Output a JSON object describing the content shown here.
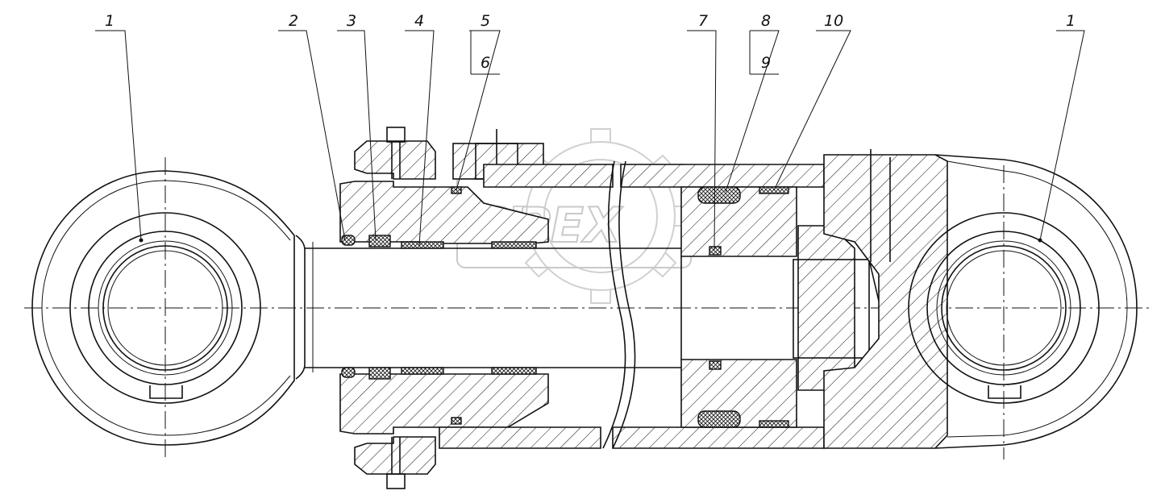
{
  "watermark": {
    "text": "OPEX",
    "color": "#c9c9c9"
  },
  "callouts": [
    {
      "id": "c1-left",
      "text": "1"
    },
    {
      "id": "c2",
      "text": "2"
    },
    {
      "id": "c3",
      "text": "3"
    },
    {
      "id": "c4",
      "text": "4"
    },
    {
      "id": "c5",
      "text": "5"
    },
    {
      "id": "c6",
      "text": "6"
    },
    {
      "id": "c7",
      "text": "7"
    },
    {
      "id": "c8",
      "text": "8"
    },
    {
      "id": "c9",
      "text": "9"
    },
    {
      "id": "c10",
      "text": "10"
    },
    {
      "id": "c1-right",
      "text": "1"
    }
  ],
  "colors": {
    "ink": "#111111",
    "paper": "#ffffff"
  }
}
